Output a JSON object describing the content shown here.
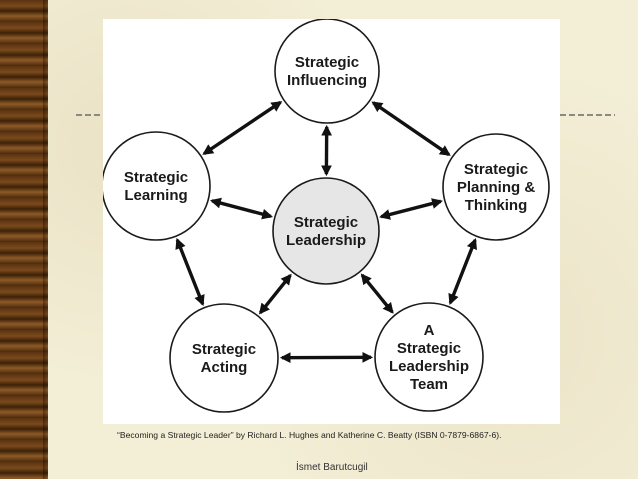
{
  "diagram": {
    "nodes": [
      {
        "id": "influencing",
        "lines": [
          "Strategic",
          "Influencing"
        ],
        "fill": "#ffffff"
      },
      {
        "id": "planning",
        "lines": [
          "Strategic",
          "Planning &",
          "Thinking"
        ],
        "fill": "#ffffff"
      },
      {
        "id": "team",
        "lines": [
          "A",
          "Strategic",
          "Leadership",
          "Team"
        ],
        "fill": "#ffffff"
      },
      {
        "id": "acting",
        "lines": [
          "Strategic",
          "Acting"
        ],
        "fill": "#ffffff"
      },
      {
        "id": "learning",
        "lines": [
          "Strategic",
          "Learning"
        ],
        "fill": "#ffffff"
      },
      {
        "id": "leadership",
        "lines": [
          "Strategic",
          "Leadership"
        ],
        "fill": "#e6e6e6"
      }
    ],
    "edges": [
      [
        "leadership",
        "influencing"
      ],
      [
        "leadership",
        "planning"
      ],
      [
        "leadership",
        "team"
      ],
      [
        "leadership",
        "acting"
      ],
      [
        "leadership",
        "learning"
      ],
      [
        "influencing",
        "planning"
      ],
      [
        "planning",
        "team"
      ],
      [
        "team",
        "acting"
      ],
      [
        "acting",
        "learning"
      ],
      [
        "learning",
        "influencing"
      ]
    ]
  },
  "citation": "“Becoming a Strategic Leader” by Richard L. Hughes and Katherine C. Beatty (ISBN 0-7879-6867-6).",
  "footer": "İsmet Barutcugil"
}
